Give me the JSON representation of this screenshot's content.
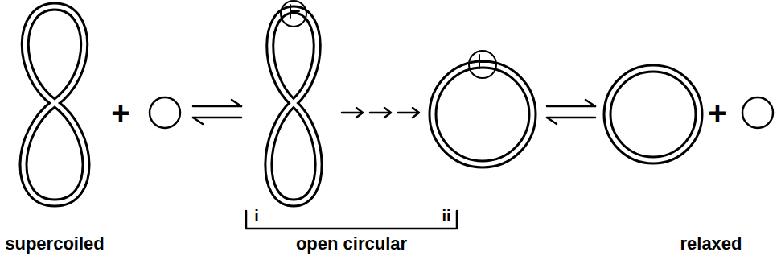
{
  "diagram": {
    "labels": [
      "+",
      "+",
      "i",
      "ii",
      "supercoiled",
      "open circular",
      "relaxed"
    ]
  }
}
